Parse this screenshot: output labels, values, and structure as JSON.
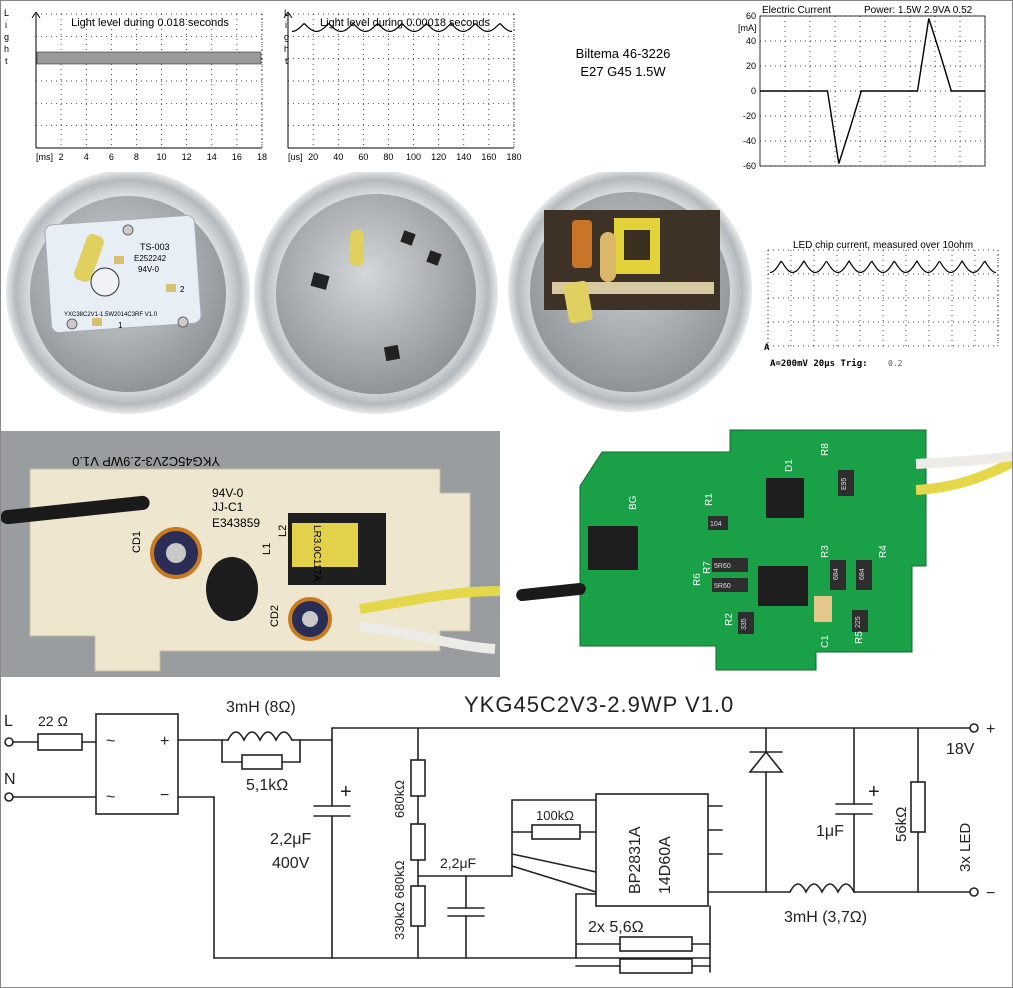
{
  "chart_data": [
    {
      "type": "line",
      "title": "Light level during 0.018 seconds",
      "ylabel": "Light",
      "xunit": "[ms]",
      "xticks": [
        "2",
        "4",
        "6",
        "8",
        "10",
        "12",
        "14",
        "16",
        "18"
      ],
      "xlim": [
        0,
        18
      ],
      "series": [
        {
          "x": [
            0,
            18
          ],
          "y_band": [
            0.86,
            0.92
          ]
        }
      ]
    },
    {
      "type": "line",
      "title": "Light level during 0.00018 seconds",
      "ylabel": "Light",
      "xunit": "[us]",
      "xticks": [
        "20",
        "40",
        "60",
        "80",
        "100",
        "120",
        "140",
        "160",
        "180"
      ],
      "xlim": [
        0,
        180
      ],
      "ripple_period_us": 20,
      "series": [
        {
          "level": 0.9,
          "ripple": 0.06
        }
      ]
    },
    {
      "type": "line",
      "title": "Electric Current",
      "power_label": "Power: 1.5W 2.9VA 0.52",
      "yunit": "[mA]",
      "yticks": [
        "60",
        "40",
        "20",
        "0",
        "-20",
        "-40",
        "-60"
      ],
      "ylim": [
        -60,
        60
      ],
      "series": [
        {
          "x": [
            0,
            6,
            7,
            8,
            9,
            14,
            15,
            16,
            17,
            20
          ],
          "y": [
            0,
            0,
            -58,
            -30,
            0,
            0,
            58,
            30,
            0,
            0
          ]
        }
      ]
    },
    {
      "type": "line",
      "title": "LED chip current, measured over 10ohm",
      "scope_text": "A=200mV  20µs  Trig:",
      "trig_value": "0.2",
      "marker": "A",
      "series": [
        {
          "level": 0.85,
          "ripple": 0.12
        }
      ]
    }
  ],
  "product": {
    "name": "Biltema 46-3226",
    "model": "E27 G45 1.5W"
  },
  "photos": {
    "led_board": {
      "label_1": "TS-003",
      "label_2": "E252242",
      "label_3": "94V-0",
      "label_4": "YXC38C2V1-1.5W2014C3RF V1.0",
      "pin_1": "1",
      "pin_2": "2"
    },
    "driver_top": {
      "pcb_text": "YKG45C2V3-2.9WP V1.0",
      "rating": "94V-0",
      "maker": "JJ-C1",
      "ul": "E343859",
      "l1": "L1",
      "l2": "L2",
      "cd1": "CD1",
      "cd2": "CD2",
      "inductor": "LR3.0C117A"
    },
    "driver_bottom": {
      "bg": "BG",
      "d1": "D1",
      "r1": "R1",
      "r2": "R2",
      "r3": "R3",
      "r4": "R4",
      "r5": "R5",
      "r6": "R6",
      "r7": "R7",
      "r8": "R8",
      "c1": "C1",
      "r_5r60a": "5R60",
      "r_5r60b": "5R60",
      "r_684a": "684",
      "r_684b": "684",
      "r_104": "104",
      "r_335": "335",
      "r_225": "225",
      "r_e95": "E95"
    }
  },
  "schematic": {
    "title": "YKG45C2V3-2.9WP  V1.0",
    "in_l": "L",
    "in_n": "N",
    "r_in": "22 Ω",
    "bridge_ac1": "~",
    "bridge_ac2": "~",
    "bridge_plus": "+",
    "bridge_minus": "−",
    "l_in": "3mH (8Ω)",
    "r_par": "5,1kΩ",
    "c_bulk_1": "2,2μF",
    "c_bulk_2": "400V",
    "r_680_top": "680kΩ",
    "r_680_mid": "330kΩ 680kΩ",
    "c_vcc": "2,2μF",
    "r_100k": "100kΩ",
    "ic_1": "BP2831A",
    "ic_2": "14D60A",
    "r_sense": "2x   5,6Ω",
    "c_out": "1μF",
    "r_out": "56kΩ",
    "led": "3x LED",
    "v_out": "18V",
    "out_plus": "+",
    "out_minus": "−",
    "l_out": "3mH (3,7Ω)"
  }
}
